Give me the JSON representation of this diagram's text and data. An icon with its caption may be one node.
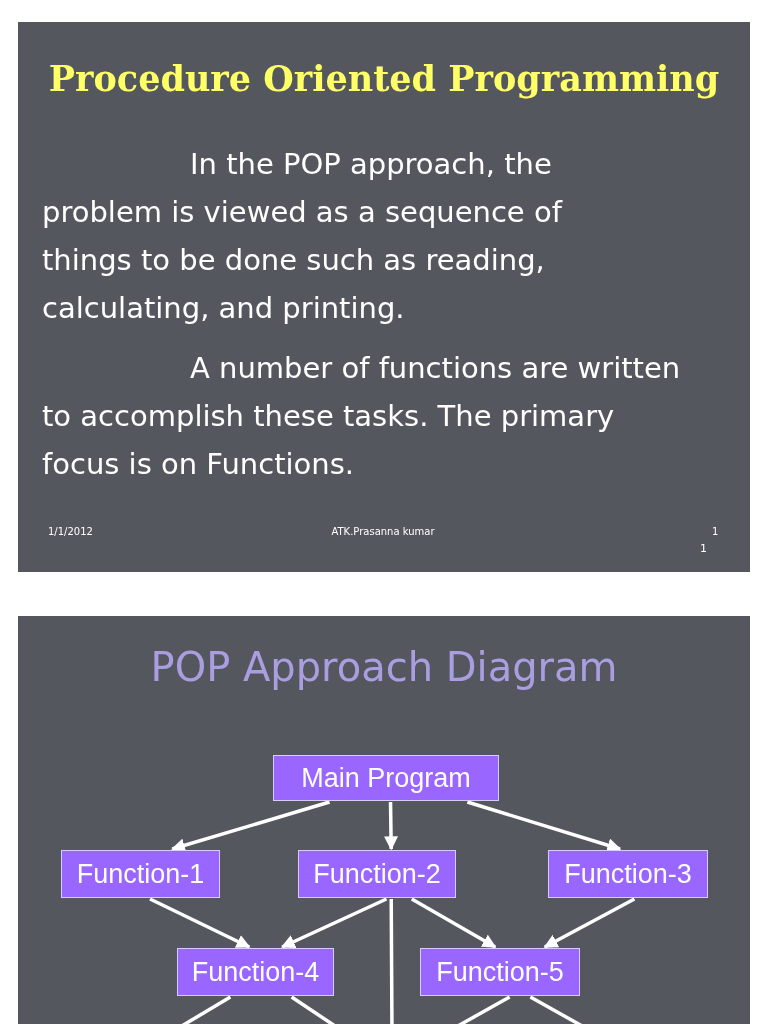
{
  "diagram": {
    "title": "Procedure Oriented Programming",
    "nodes": [
      {
        "text": [
          "Main Program"
        ]
      },
      {
        "text": [
          "Function-1"
        ]
      },
      {
        "text": [
          "Function-2"
        ]
      },
      {
        "text": [
          "Function-3"
        ]
      },
      {
        "text": [
          "Function-4"
        ]
      },
      {
        "text": [
          "Function-5"
        ]
      }
    ],
    "edges": [
      {
        "from": 0,
        "to": 1,
        "arrow": "to"
      },
      {
        "from": 0,
        "to": 2,
        "arrow": "to"
      },
      {
        "from": 0,
        "to": 3,
        "arrow": "to"
      },
      {
        "from": 1,
        "to": 4,
        "arrow": "to"
      },
      {
        "from": 2,
        "to": 4,
        "arrow": "to"
      },
      {
        "from": 2,
        "to": 5,
        "arrow": "to"
      },
      {
        "from": 3,
        "to": 5,
        "arrow": "to"
      },
      {
        "from": 4,
        "to": null,
        "arrow": "none"
      },
      {
        "from": 4,
        "to": null,
        "arrow": "none"
      },
      {
        "from": 2,
        "to": null,
        "arrow": "none"
      },
      {
        "from": 5,
        "to": null,
        "arrow": "none"
      },
      {
        "from": 5,
        "to": null,
        "arrow": "none"
      }
    ],
    "labels": [
      "In the POP approach, the problem is viewed as a sequence of things to be done such as reading, calculating, and printing.",
      "A number of functions are written to accomplish these tasks. The primary focus is on Functions.",
      "1/1/2012",
      "ATK.Prasanna kumar",
      "1",
      "1",
      "POP Approach Diagram"
    ]
  }
}
